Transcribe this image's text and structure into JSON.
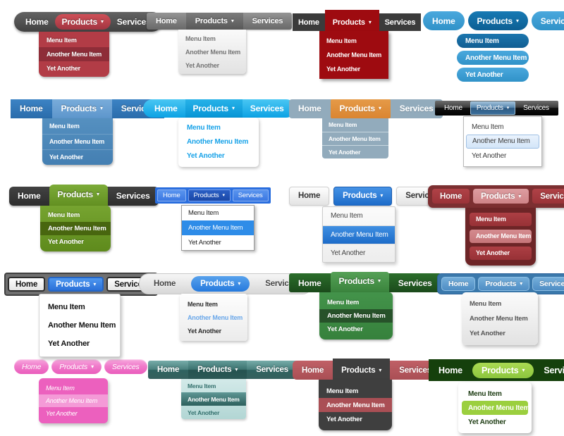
{
  "page": {
    "background": "#ffffff",
    "description": "Gallery of 20 CSS dropdown navigation menu styles"
  },
  "shared": {
    "nav": [
      "Home",
      "Products",
      "Services"
    ],
    "caret": "▾",
    "items": [
      "Menu Item",
      "Another Menu Item",
      "Yet Another"
    ]
  },
  "menus": [
    {
      "name": "dark-pill-red",
      "colors": {
        "bar": "#4f4f4f",
        "accent": "#b5414b",
        "dropdown": "#b23c46",
        "highlight": "#8e2d38",
        "text": "#ffffff"
      }
    },
    {
      "name": "gray-gloss",
      "colors": {
        "bar": "#7d7d7d",
        "accent": "#616161",
        "dropdown": "#eeeeee",
        "text": "#747474"
      }
    },
    {
      "name": "charcoal-darkred",
      "colors": {
        "bar": "#3b3b3b",
        "accent": "#9e0b10",
        "dropdown": "#9e0b10",
        "text": "#ffffff"
      }
    },
    {
      "name": "blue-pills",
      "colors": {
        "pill": "#3e9fd4",
        "accent": "#1173ab",
        "item_first": "#1b76ae",
        "item_rest": "#3e9fd4",
        "text": "#ffffff"
      }
    },
    {
      "name": "steel-blue",
      "colors": {
        "bar": "#2e78b8",
        "accent": "#71a7d9",
        "dropdown": "#4d88bb",
        "text": "#ffffff"
      }
    },
    {
      "name": "cyan-pill-white-dd",
      "colors": {
        "bar": "#1db0ee",
        "accent": "#0d9ddd",
        "dropdown": "#ffffff",
        "text": "#17a2e8"
      }
    },
    {
      "name": "grayblue-orange",
      "colors": {
        "bar": "#92abbc",
        "accent": "#e2913d",
        "dropdown": "#92abbc",
        "text": "#ffffff"
      }
    },
    {
      "name": "aero-black",
      "colors": {
        "bar": "#1a1a1a",
        "accent": "#47719c",
        "dropdown": "#ffffff",
        "highlight": "#dceafc",
        "text": "#3c3c3c"
      }
    },
    {
      "name": "charcoal-olive",
      "colors": {
        "bar": "#383838",
        "accent": "#6b9c2e",
        "dropdown": "#6a9726",
        "highlight": "#48660f",
        "text": "#ffffff"
      }
    },
    {
      "name": "windows-blue",
      "colors": {
        "bar": "#2a6ede",
        "accent": "#1b52b8",
        "dropdown": "#ffffff",
        "highlight": "#2e8ce8",
        "text": "#222222"
      }
    },
    {
      "name": "light-buttons-blue",
      "colors": {
        "button": "#f0f0f0",
        "accent": "#2f7ed6",
        "dropdown": "#f4f4f4",
        "highlight": "#2f7ed6",
        "text": "#444444"
      }
    },
    {
      "name": "maroon-buttons",
      "colors": {
        "bar": "#7c2f31",
        "button": "#a83d42",
        "accent": "#d9999c",
        "dropdown": "#6d2527",
        "highlight": "#cf8184",
        "text": "#ffffff"
      }
    },
    {
      "name": "outlined-white",
      "colors": {
        "bar": "#707070",
        "accent": "#3a82e4",
        "dropdown": "#ffffff",
        "text": "#111111"
      }
    },
    {
      "name": "silver-pill-blue",
      "colors": {
        "bar": "#e6e6e6",
        "accent": "#3a8ce6",
        "dropdown": "#f5f5f5",
        "highlight": "#6ba8ea",
        "text": "#444444"
      }
    },
    {
      "name": "darkgreen-tab",
      "colors": {
        "bar": "#1f5a1f",
        "accent": "#428c43",
        "dropdown": "#3a863e",
        "highlight": "#27522a",
        "text": "#ffffff"
      }
    },
    {
      "name": "steel-buttons",
      "colors": {
        "bar": "#3a78ab",
        "button": "#5b9ccf",
        "dropdown": "#efefef",
        "text": "#555555"
      }
    },
    {
      "name": "pink-comic-pills",
      "colors": {
        "pill": "#ee58ba",
        "dropdown": "#ec60be",
        "highlight": "#f49ad7",
        "text": "#ffffff"
      }
    },
    {
      "name": "teal-gloss",
      "colors": {
        "bar": "#417f7c",
        "accent": "#2f6360",
        "dropdown": "#c2dedd",
        "highlight": "#3a7a77",
        "text": "#33706d"
      }
    },
    {
      "name": "red-charcoal",
      "colors": {
        "bar": "#b8585e",
        "accent": "#3f3f3f",
        "dropdown": "#3f3f3f",
        "highlight": "#aa4f55",
        "text": "#ffffff"
      }
    },
    {
      "name": "forest-lime",
      "colors": {
        "bar": "#15400c",
        "accent": "#8cc63e",
        "dropdown": "#ffffff",
        "highlight": "#9bcf3e",
        "text": "#1c3b12"
      }
    }
  ]
}
